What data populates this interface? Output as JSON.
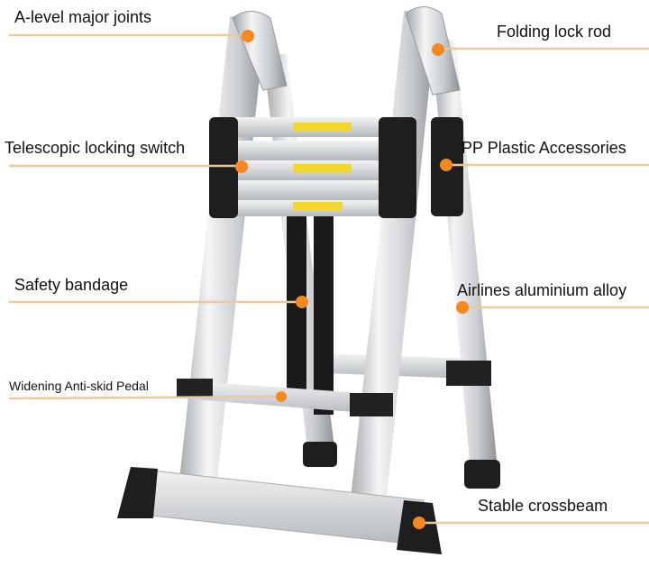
{
  "labels": {
    "a_level_joints": "A-level major joints",
    "folding_lock_rod": "Folding lock rod",
    "telescopic_switch": "Telescopic locking switch",
    "pp_plastic": "PP Plastic Accessories",
    "safety_bandage": "Safety bandage",
    "airlines_alloy": "Airlines aluminium alloy",
    "anti_skid_pedal": "Widening Anti-skid Pedal",
    "stable_crossbeam": "Stable crossbeam"
  },
  "colors": {
    "leader_line": "#e8c9a0",
    "marker_dot": "#f5891f",
    "aluminium": "#d4d7da",
    "plastic": "#1e1e1e",
    "warning_label": "#f2d72a"
  }
}
